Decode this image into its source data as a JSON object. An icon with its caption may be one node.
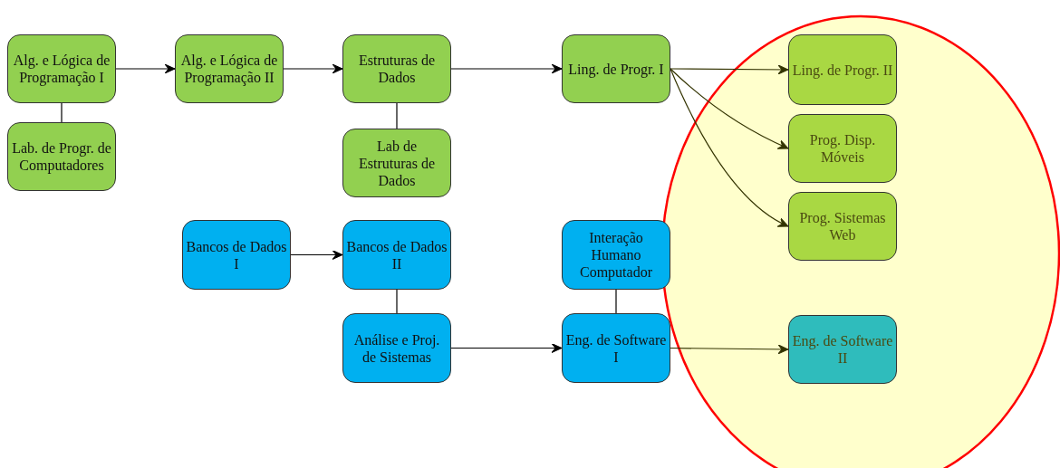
{
  "diagram": {
    "nodes": [
      {
        "text": [
          "Alg. e Lógica de Programação I"
        ]
      },
      {
        "text": [
          "Lab. de Progr. de Computadores"
        ]
      },
      {
        "text": [
          "Alg. e Lógica de Programação II"
        ]
      },
      {
        "text": [
          "Estruturas de Dados"
        ]
      },
      {
        "text": [
          "Lab de Estruturas de Dados"
        ]
      },
      {
        "text": [
          "Ling. de Progr. I"
        ]
      },
      {
        "text": [
          "Ling. de Progr. II"
        ]
      },
      {
        "text": [
          "Prog. Disp. Móveis"
        ]
      },
      {
        "text": [
          "Prog. Sistemas Web"
        ]
      },
      {
        "text": [
          "Bancos de Dados I"
        ]
      },
      {
        "text": [
          "Bancos de Dados II"
        ]
      },
      {
        "text": [
          "Interação Humano Computador"
        ]
      },
      {
        "text": [
          "Análise e Proj. de Sistemas"
        ]
      },
      {
        "text": [
          "Eng. de Software I"
        ]
      },
      {
        "text": [
          "Eng. de Software II"
        ]
      }
    ],
    "edges": [
      {
        "from": 0,
        "to": 2,
        "arrow": "to"
      },
      {
        "from": 0,
        "to": 1,
        "arrow": "none"
      },
      {
        "from": 2,
        "to": 3,
        "arrow": "to"
      },
      {
        "from": 3,
        "to": 5,
        "arrow": "to"
      },
      {
        "from": 3,
        "to": 4,
        "arrow": "none"
      },
      {
        "from": 5,
        "to": 6,
        "arrow": "to",
        "color": "#333300"
      },
      {
        "from": 5,
        "to": 7,
        "arrow": "to",
        "color": "#333300"
      },
      {
        "from": 5,
        "to": 8,
        "arrow": "to",
        "color": "#333300"
      },
      {
        "from": 9,
        "to": 10,
        "arrow": "to"
      },
      {
        "from": 10,
        "to": 12,
        "arrow": "none"
      },
      {
        "from": 12,
        "to": 13,
        "arrow": "to"
      },
      {
        "from": 11,
        "to": 13,
        "arrow": "none"
      },
      {
        "from": 13,
        "to": 14,
        "arrow": "to",
        "color": "#333300"
      }
    ]
  }
}
